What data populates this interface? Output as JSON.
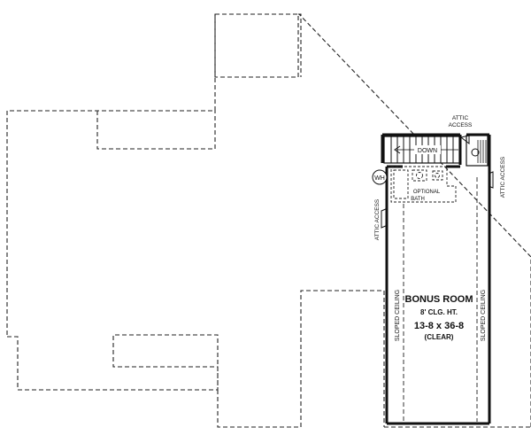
{
  "bonus_room": {
    "name": "BONUS ROOM",
    "ceiling_height": "8' CLG. HT.",
    "dimensions": "13-8 x 36-8",
    "clear_note": "(CLEAR)"
  },
  "stair_label": "DOWN",
  "water_heater": "WH",
  "attic_access_top": [
    "ATTIC",
    "ACCESS"
  ],
  "attic_access_right": "ATTIC ACCESS",
  "attic_access_left": "ATTIC ACCESS",
  "optional_bath": [
    "OPTIONAL",
    "BATH"
  ],
  "sloped_ceiling_left": "SLOPED CEILING",
  "sloped_ceiling_right": "SLOPED CEILING"
}
